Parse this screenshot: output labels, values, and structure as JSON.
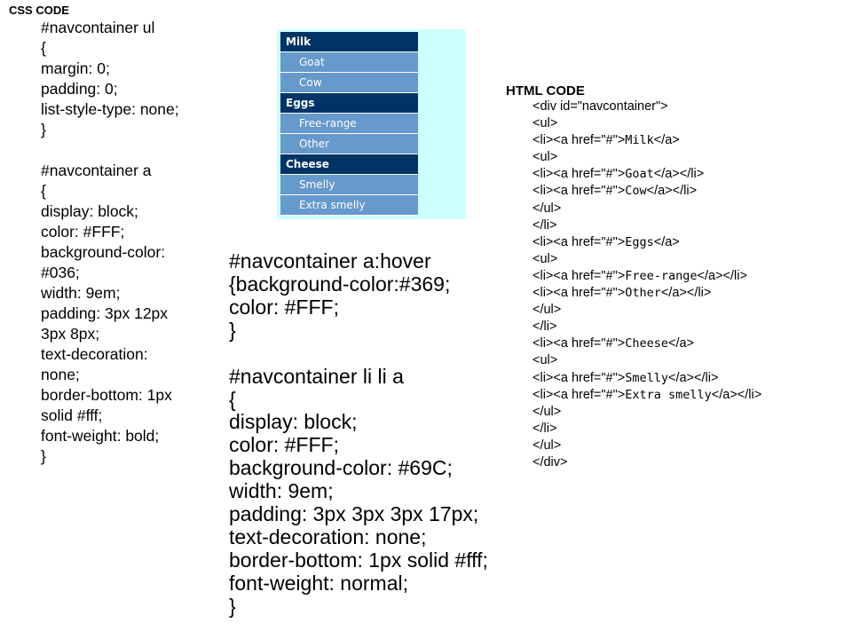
{
  "css_heading": "CSS CODE",
  "css_block_1": [
    "#navcontainer ul",
    "{",
    "margin: 0;",
    "padding: 0;",
    "list-style-type: none;",
    "}",
    "",
    "#navcontainer a",
    "{",
    "display: block;",
    "color: #FFF;",
    "background-color:",
    "#036;",
    "width: 9em;",
    "padding: 3px 12px",
    "3px 8px;",
    "text-decoration:",
    "none;",
    "border-bottom: 1px",
    "solid #fff;",
    "font-weight: bold;",
    "}"
  ],
  "css_block_2": [
    "#navcontainer a:hover",
    "{background-color:#369;",
    "color: #FFF;",
    "}",
    "",
    "#navcontainer li li a",
    "{",
    "display: block;",
    "color: #FFF;",
    "background-color: #69C;",
    "width: 9em;",
    "padding: 3px 3px 3px 17px;",
    "text-decoration: none;",
    "border-bottom: 1px solid #fff;",
    "font-weight: normal;",
    "}"
  ],
  "nav_demo": {
    "groups": [
      {
        "label": "Milk",
        "children": [
          "Goat",
          "Cow"
        ]
      },
      {
        "label": "Eggs",
        "children": [
          "Free-range",
          "Other"
        ]
      },
      {
        "label": "Cheese",
        "children": [
          "Smelly",
          "Extra smelly"
        ]
      }
    ],
    "colors": {
      "top_bg": "#036",
      "sub_bg": "#69C",
      "panel_bg": "#CCFFFF",
      "text": "#FFF"
    }
  },
  "html_heading": "HTML CODE",
  "html_lines": [
    {
      "pre": "<div id=\"navcontainer\">",
      "mono": "",
      "post": ""
    },
    {
      "pre": "<ul>",
      "mono": "",
      "post": ""
    },
    {
      "pre": "<li><a href=\"#\">",
      "mono": "Milk",
      "post": "</a>"
    },
    {
      "pre": "<ul>",
      "mono": "",
      "post": ""
    },
    {
      "pre": "<li><a href=\"#\">",
      "mono": "Goat",
      "post": "</a></li>"
    },
    {
      "pre": "<li><a href=\"#\">",
      "mono": "Cow",
      "post": "</a></li>"
    },
    {
      "pre": "</ul>",
      "mono": "",
      "post": ""
    },
    {
      "pre": "</li>",
      "mono": "",
      "post": ""
    },
    {
      "pre": "<li><a href=\"#\">",
      "mono": "Eggs",
      "post": "</a>"
    },
    {
      "pre": "<ul>",
      "mono": "",
      "post": ""
    },
    {
      "pre": "<li><a href=\"#\">",
      "mono": "Free-range",
      "post": "</a></li>"
    },
    {
      "pre": "<li><a href=\"#\">",
      "mono": "Other",
      "post": "</a></li>"
    },
    {
      "pre": "</ul>",
      "mono": "",
      "post": ""
    },
    {
      "pre": "</li>",
      "mono": "",
      "post": ""
    },
    {
      "pre": "<li><a href=\"#\">",
      "mono": "Cheese",
      "post": "</a>"
    },
    {
      "pre": "<ul>",
      "mono": "",
      "post": ""
    },
    {
      "pre": "<li><a href=\"#\">",
      "mono": "Smelly",
      "post": "</a></li>"
    },
    {
      "pre": "<li><a href=\"#\">",
      "mono": "Extra smelly",
      "post": "</a></li>"
    },
    {
      "pre": "</ul>",
      "mono": "",
      "post": ""
    },
    {
      "pre": "</li>",
      "mono": "",
      "post": ""
    },
    {
      "pre": "</ul>",
      "mono": "",
      "post": ""
    },
    {
      "pre": "</div>",
      "mono": "",
      "post": ""
    }
  ]
}
